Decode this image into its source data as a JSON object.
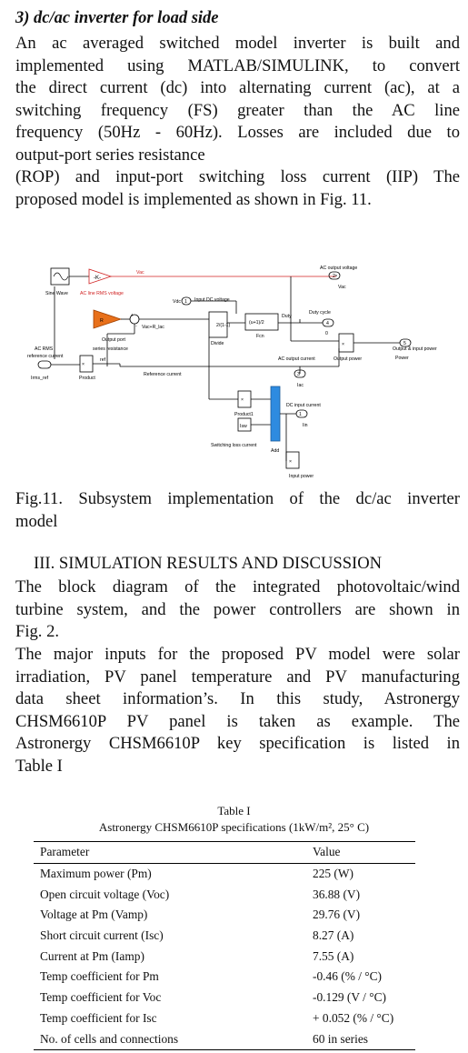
{
  "heading": "3) dc/ac inverter for load side",
  "para1": [
    "An ac averaged switched model inverter is built and",
    "implemented using MATLAB/SIMULINK, to convert",
    "the direct current (dc) into alternating current (ac), at a",
    "switching frequency (FS) greater than the AC line",
    "frequency (50Hz - 60Hz). Losses are included due to",
    "output-port series resistance",
    "(ROP) and input-port switching loss current (IIP) The",
    "proposed model is implemented as shown in Fig. 11."
  ],
  "diagram": {
    "sine_wave": "Sine Wave",
    "k_block": "-K-",
    "vac_top": "Vac",
    "ac_line_rms": "AC line RMS voltage",
    "ac_output_voltage": "AC output voltage",
    "port2": "2",
    "vac_right": "Vac",
    "vdc_port": "1",
    "vdc_label": "Vdc",
    "input_dc_voltage": "Input DC voltage",
    "sum_label": "Vac+R_lac",
    "divide_top": "2/(1-1)",
    "divide": "Divide",
    "fcn_block": "(u+1)/2",
    "fcn": "Fcn",
    "duty": "Duty",
    "duty_cycle": "Duty cycle",
    "port4": "4",
    "zero": "0",
    "output_port": "Output port",
    "series_resistance": "series resistance",
    "ac_rms": "AC RMS",
    "reference_current": "reference current",
    "irms_ref": "Irms_ref",
    "ref": "ref",
    "product": "Product",
    "ref_current": "Reference current",
    "ac_output_current": "AC output current",
    "port3": "3",
    "iac": "Iac",
    "output_power": "Output power",
    "output_input_power": "Output & input power",
    "port5": "5",
    "power": "Power",
    "dc_input_current": "DC input current",
    "port1b": "1",
    "iin": "Iin",
    "product1": "Product1",
    "isw": "Isw",
    "switching_loss": "Switching loss current",
    "add": "Add",
    "input_power": "Input power",
    "mult": "×",
    "plus": "+",
    "minus": "-",
    "ro": "R"
  },
  "caption": [
    "Fig.11. Subsystem implementation of the dc/ac inverter",
    "model"
  ],
  "section": "III. SIMULATION RESULTS AND DISCUSSION",
  "para2": [
    "The block diagram of the integrated photovoltaic/wind",
    "turbine system, and the power controllers are shown in",
    "Fig. 2."
  ],
  "para3": [
    "The major inputs for the proposed PV model were solar",
    "irradiation, PV panel temperature and PV manufacturing",
    "data sheet information’s. In this study, Astronergy",
    "CHSM6610P PV panel is taken as example. The",
    "Astronergy CHSM6610P key specification is listed in",
    "Table I"
  ],
  "table": {
    "title": "Table I",
    "subtitle": "Astronergy CHSM6610P specifications (1kW/m², 25° C)",
    "headers": [
      "Parameter",
      "Value"
    ],
    "rows": [
      [
        "Maximum power (Pm)",
        "225 (W)"
      ],
      [
        "Open circuit voltage (Voc)",
        "36.88 (V)"
      ],
      [
        "Voltage at Pm (Vamp)",
        "29.76 (V)"
      ],
      [
        "Short circuit current (Isc)",
        "8.27 (A)"
      ],
      [
        "Current at Pm (Iamp)",
        "7.55 (A)"
      ],
      [
        "Temp coefficient for Pm",
        "-0.46 (% / °C)"
      ],
      [
        "Temp coefficient for Voc",
        "-0.129 (V / °C)"
      ],
      [
        "Temp coefficient for Isc",
        "+ 0.052 (% / °C)"
      ],
      [
        "No. of cells and connections",
        "60 in series"
      ]
    ]
  }
}
